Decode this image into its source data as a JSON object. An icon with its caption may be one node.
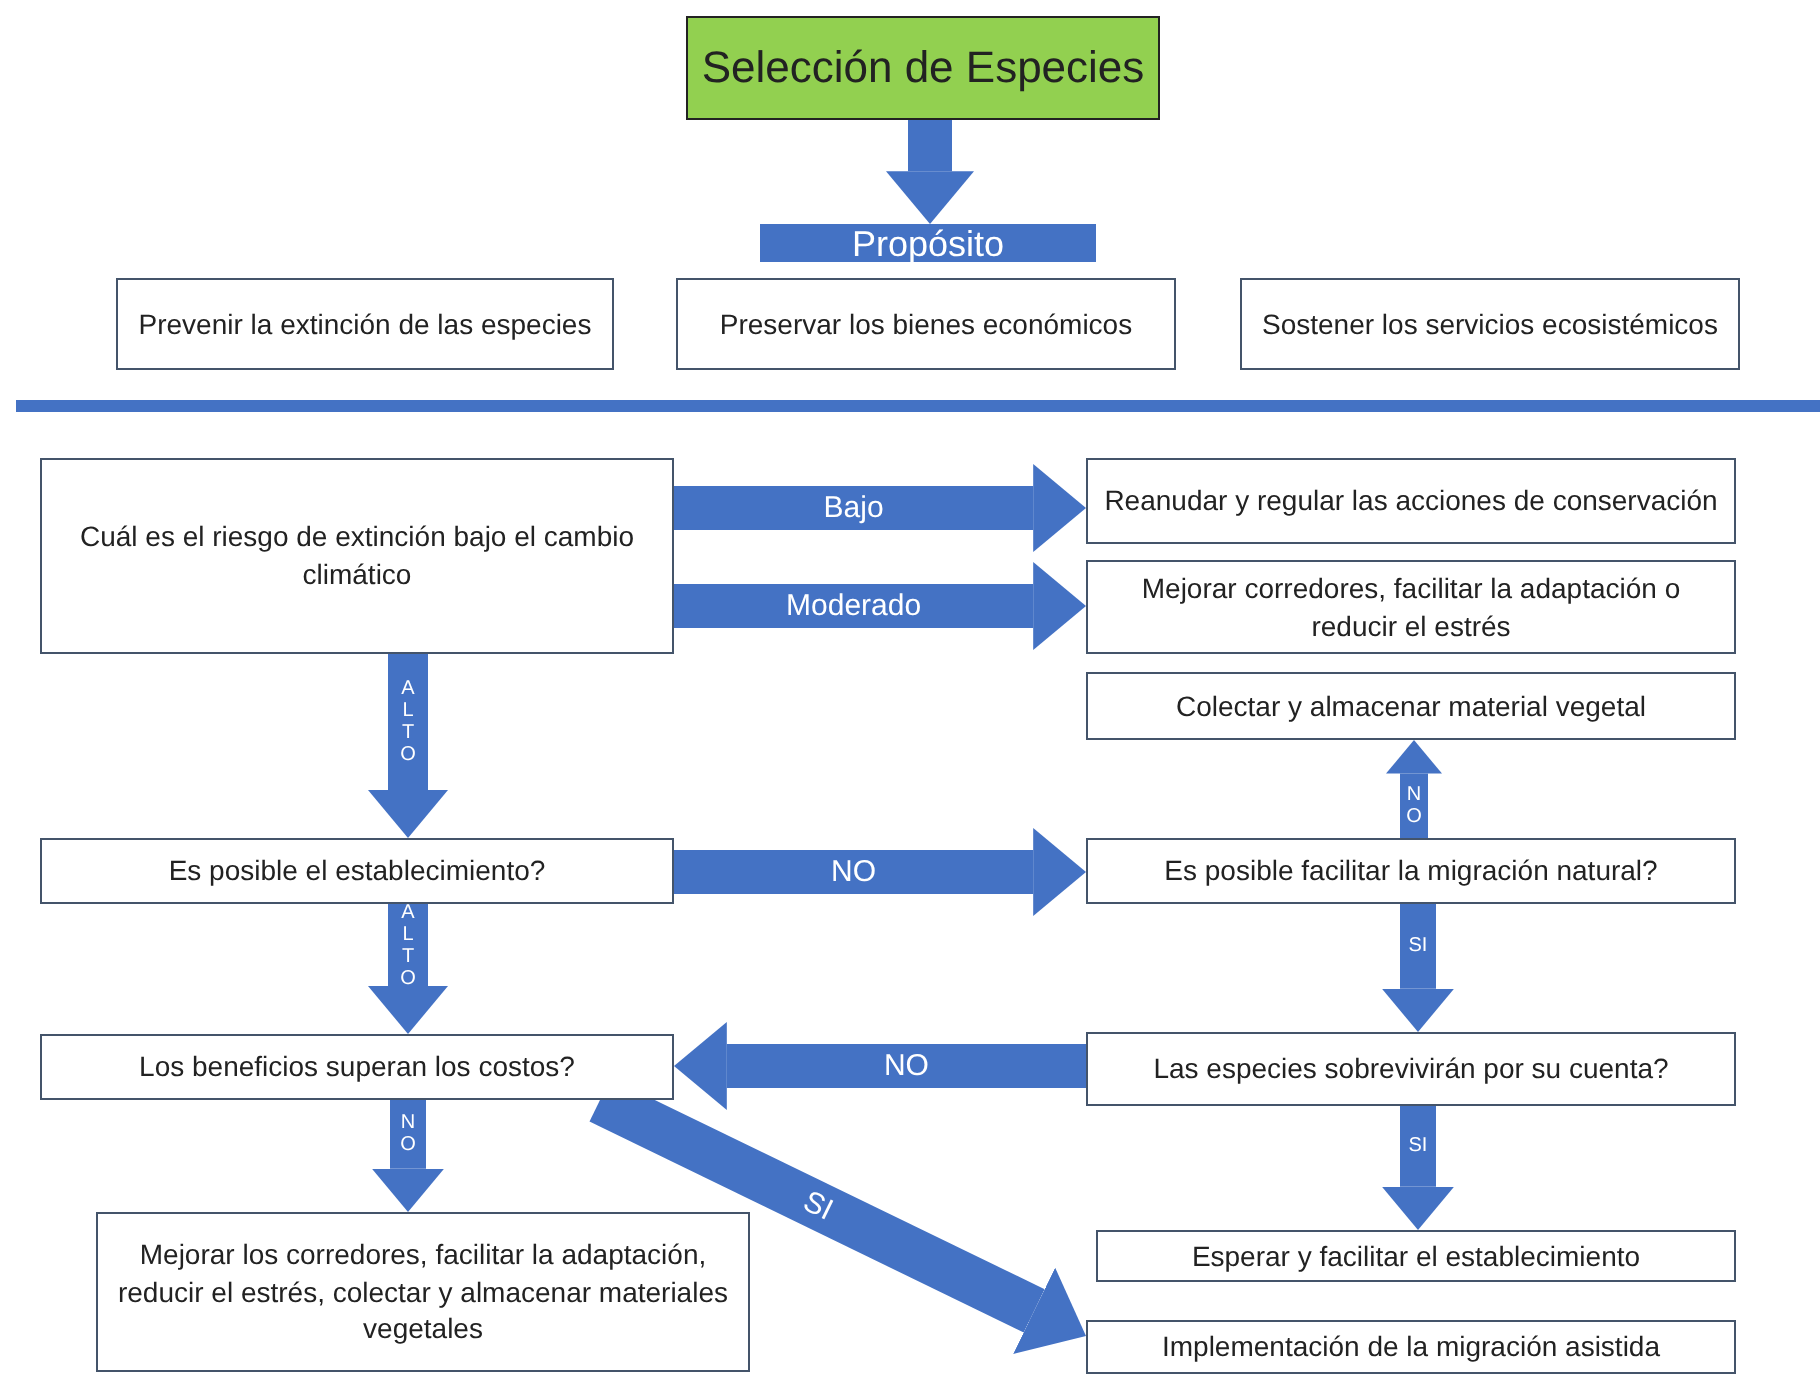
{
  "diagram": {
    "nodes": [
      {
        "text": [
          "Selección de Especies"
        ]
      },
      {
        "text": [
          "Propósito"
        ]
      },
      {
        "text": [
          "Prevenir la  extinción de las especies"
        ]
      },
      {
        "text": [
          "Preservar los bienes económicos"
        ]
      },
      {
        "text": [
          "Sostener los servicios ecosistémicos"
        ]
      },
      {
        "text": [
          "Cuál es el riesgo de extinción bajo el cambio climático"
        ]
      },
      {
        "text": [
          "Reanudar y regular las acciones de conservación"
        ]
      },
      {
        "text": [
          "Mejorar corredores, facilitar la adaptación o reducir el estrés"
        ]
      },
      {
        "text": [
          "Colectar y almacenar material vegetal"
        ]
      },
      {
        "text": [
          "Es posible el establecimiento?"
        ]
      },
      {
        "text": [
          "Es posible facilitar la migración natural?"
        ]
      },
      {
        "text": [
          "Los beneficios superan los costos?"
        ]
      },
      {
        "text": [
          "Las especies sobrevivirán por su cuenta?"
        ]
      },
      {
        "text": [
          "Mejorar los corredores,  facilitar la adaptación, reducir el estrés, colectar y almacenar materiales vegetales"
        ]
      },
      {
        "text": [
          "Esperar y facilitar el establecimiento"
        ]
      },
      {
        "text": [
          "Implementación  de la migración asistida"
        ]
      }
    ],
    "edges": [
      {
        "from": 0,
        "to": 1,
        "arrow": "to"
      },
      {
        "from": 5,
        "to": 6,
        "arrow": "to",
        "label": "Bajo"
      },
      {
        "from": 5,
        "to": 7,
        "arrow": "to",
        "label": "Moderado"
      },
      {
        "from": 5,
        "to": 9,
        "arrow": "to",
        "label": "ALTO"
      },
      {
        "from": 9,
        "to": 10,
        "arrow": "to",
        "label": "NO"
      },
      {
        "from": 10,
        "to": 8,
        "arrow": "to",
        "label": "NO"
      },
      {
        "from": 9,
        "to": 11,
        "arrow": "to",
        "label": "ALTO"
      },
      {
        "from": 10,
        "to": 12,
        "arrow": "to",
        "label": "SI"
      },
      {
        "from": 12,
        "to": 11,
        "arrow": "to",
        "label": "NO"
      },
      {
        "from": 11,
        "to": 13,
        "arrow": "to",
        "label": "NO"
      },
      {
        "from": 11,
        "to": 15,
        "arrow": "to",
        "label": "SI"
      },
      {
        "from": 12,
        "to": 14,
        "arrow": "to",
        "label": "SI"
      }
    ]
  }
}
